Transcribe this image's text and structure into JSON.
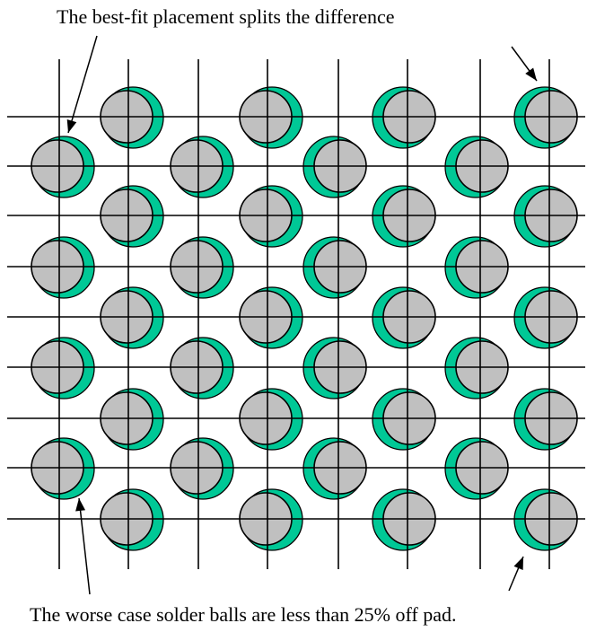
{
  "captions": {
    "top": "The best-fit placement splits the difference",
    "bottom": "The worse case solder balls are less than 25% off pad."
  },
  "colors": {
    "pad": "#00c896",
    "ball": "#c0c0c0",
    "line": "#000000"
  },
  "grid": {
    "columns": 8,
    "rows": 9
  },
  "array": {
    "stagger": "alternating rows offset by one column",
    "pad_offset_relative_to_ball": "right on left columns, left on right columns"
  }
}
